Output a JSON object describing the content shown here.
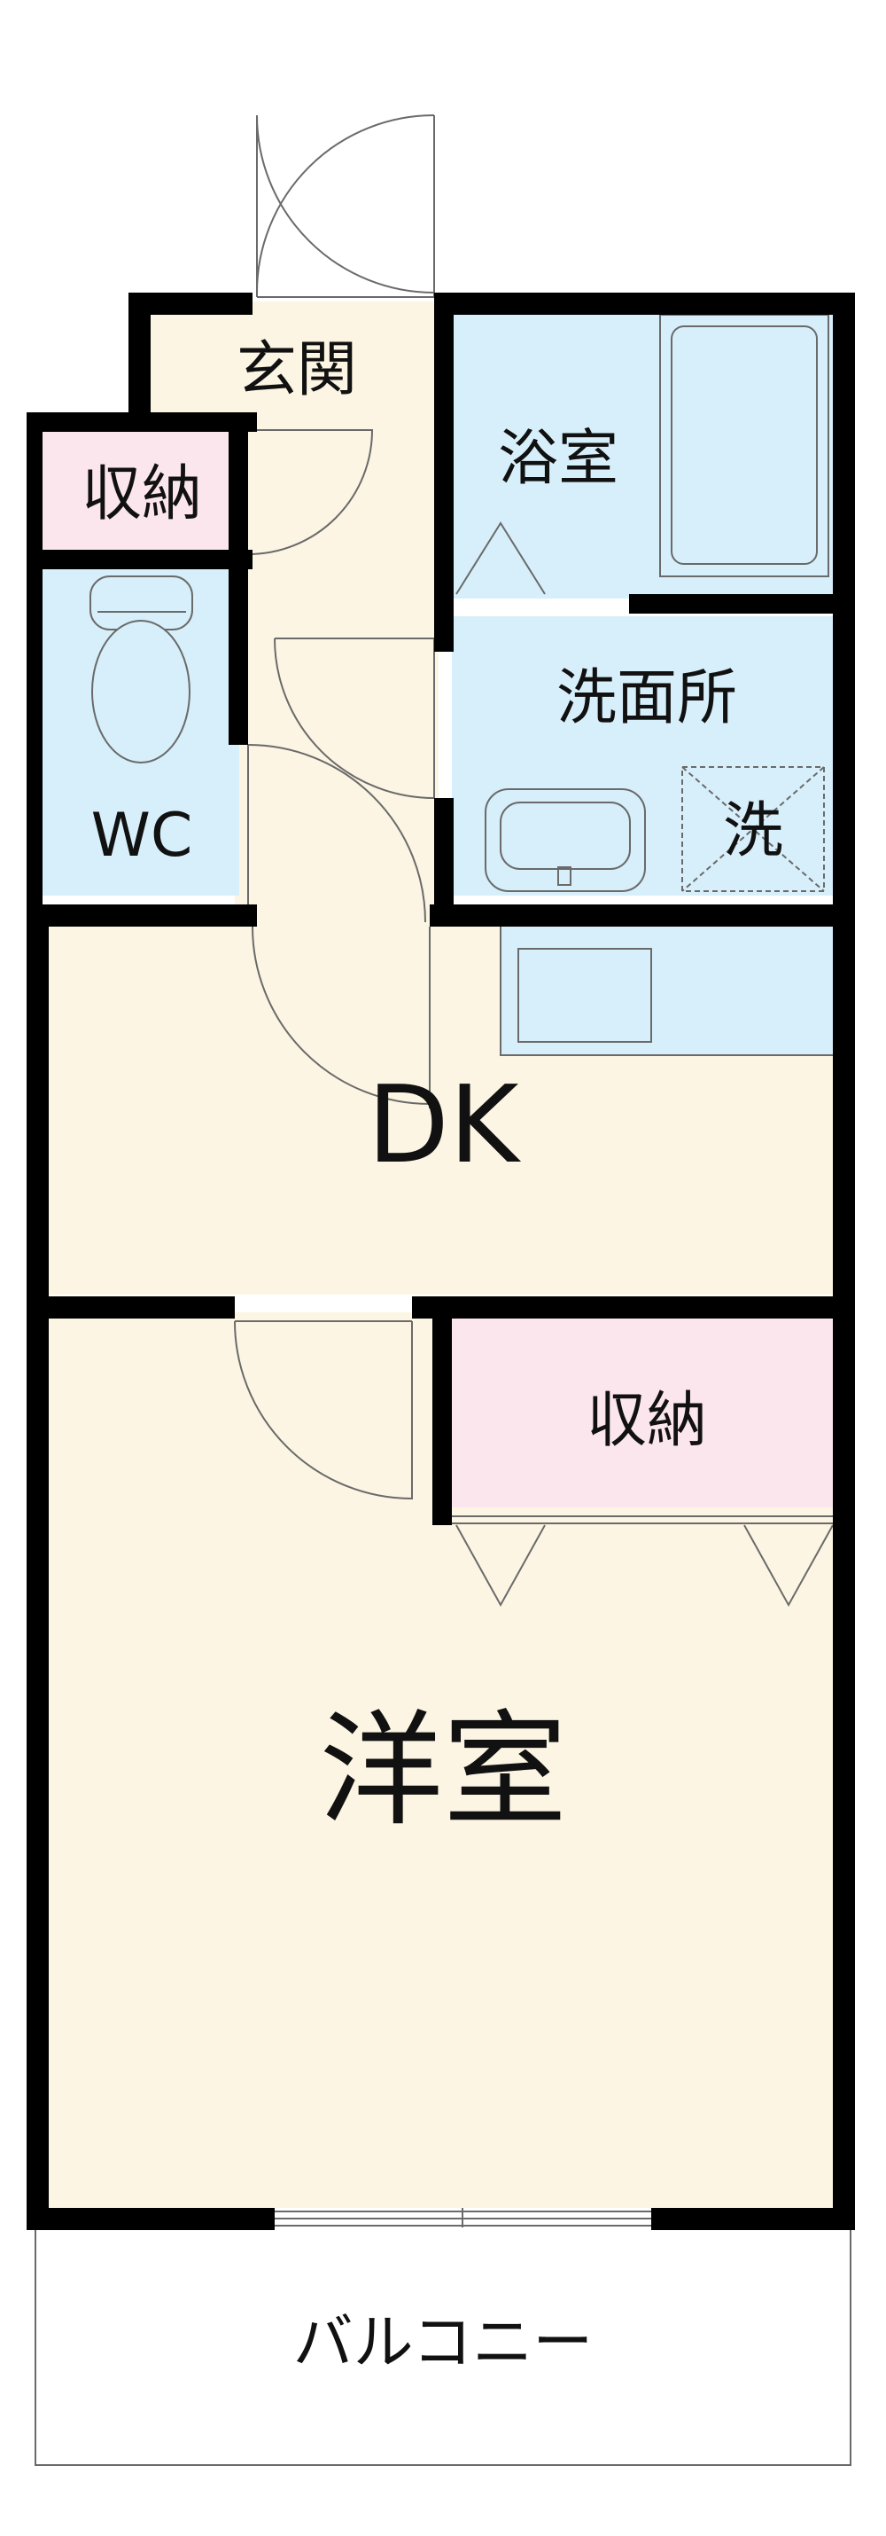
{
  "rooms": {
    "entrance": "玄関",
    "storage_small": "収納",
    "wc": "WC",
    "bathroom": "浴室",
    "washroom": "洗面所",
    "washer": "洗",
    "dk": "DK",
    "storage_large": "収納",
    "western_room": "洋室",
    "balcony": "バルコニー"
  },
  "colors": {
    "floor": "#fcf5e3",
    "wet_area": "#d6effa",
    "storage": "#fce6ee",
    "wall": "#000000"
  }
}
